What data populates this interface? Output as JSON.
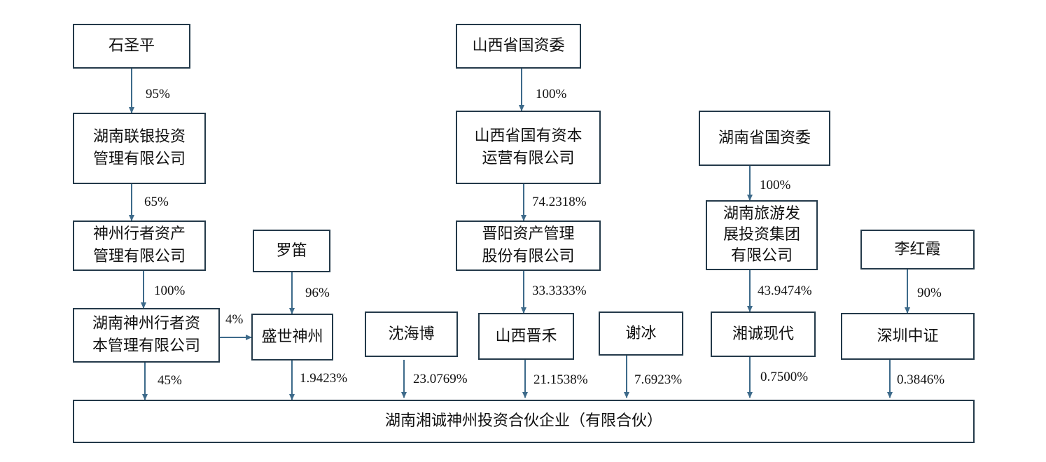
{
  "entities": {
    "shi_shengping": "石圣平",
    "hunan_lianyin": "湖南联银投资\n管理有限公司",
    "shenzhou_xingzhe_asset": "神州行者资产\n管理有限公司",
    "hunan_shenzhou_xingzhe_capital": "湖南神州行者资\n本管理有限公司",
    "luo_di": "罗笛",
    "shengshi_shenzhou": "盛世神州",
    "shanxi_sasac": "山西省国资委",
    "shanxi_state_capital": "山西省国有资本\n运营有限公司",
    "jinyang_asset": "晋阳资产管理\n股份有限公司",
    "shanxi_jinhe": "山西晋禾",
    "shen_haibo": "沈海博",
    "xie_bing": "谢冰",
    "hunan_sasac": "湖南省国资委",
    "hunan_tourism": "湖南旅游发\n展投资集团\n有限公司",
    "xiangcheng_xiandai": "湘诚现代",
    "li_hongxia": "李红霞",
    "shenzhen_zhongzheng": "深圳中证",
    "target": "湖南湘诚神州投资合伙企业（有限合伙）"
  },
  "ownership": {
    "shi_to_lianyin": "95%",
    "lianyin_to_xingzhe_asset": "65%",
    "xingzhe_asset_to_capital": "100%",
    "capital_to_shengshi": "4%",
    "luo_to_shengshi": "96%",
    "capital_to_target": "45%",
    "shengshi_to_target": "1.9423%",
    "shanxi_sasac_to_state_capital": "100%",
    "state_capital_to_jinyang": "74.2318%",
    "jinyang_to_jinhe": "33.3333%",
    "shen_to_target": "23.0769%",
    "jinhe_to_target": "21.1538%",
    "xie_to_target": "7.6923%",
    "hunan_sasac_to_tourism": "100%",
    "tourism_to_xiangcheng": "43.9474%",
    "xiangcheng_to_target": "0.7500%",
    "li_to_shenzhen": "90%",
    "shenzhen_to_target": "0.3846%"
  },
  "colors": {
    "arrow": "#3d6a8a",
    "border": "#243a4a"
  }
}
